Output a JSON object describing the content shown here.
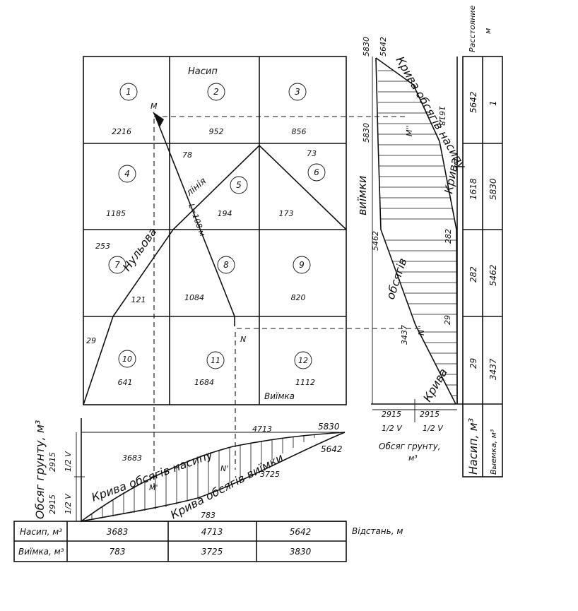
{
  "grid": {
    "title_fill": "Насип",
    "title_cut": "Виїмка",
    "cells": [
      {
        "num": "1",
        "vol": "2216"
      },
      {
        "num": "2",
        "vol": "952"
      },
      {
        "num": "3",
        "vol": "856"
      },
      {
        "num": "4",
        "vol": "1185"
      },
      {
        "num": "5",
        "vol": "194"
      },
      {
        "num": "6",
        "vol": "173"
      },
      {
        "num": "7",
        "vol": "121"
      },
      {
        "num": "8",
        "vol": "1084"
      },
      {
        "num": "9",
        "vol": "820"
      },
      {
        "num": "10",
        "vol": "641"
      },
      {
        "num": "11",
        "vol": "1684"
      },
      {
        "num": "12",
        "vol": "1112"
      }
    ],
    "extra": {
      "v78": "78",
      "v73": "73",
      "v253": "253",
      "v29": "29"
    },
    "zero_line_word1": "Нульова",
    "zero_line_word2": "лінія",
    "point_m": "M",
    "point_n": "N",
    "distance_label": "L=108 м"
  },
  "bottom": {
    "axis_label": "Обсяг грунту, м³",
    "half_v": "1/2 V",
    "v2915": "2915",
    "fill_curve_label": "Крива обсягів насипу",
    "cut_curve_label": "Крива обсягів виїмки",
    "point_m1": "M'",
    "point_n1": "N'",
    "val_3683": "3683",
    "val_4713": "4713",
    "val_5830": "5830",
    "val_5642": "5642",
    "val_3725": "3725",
    "val_783": "783",
    "distance_label": "Відстань, м",
    "table": {
      "row1_label": "Насип, м³",
      "row1": [
        "3683",
        "4713",
        "5642"
      ],
      "row2_label": "Виїмка, м³",
      "row2": [
        "783",
        "3725",
        "3830"
      ]
    }
  },
  "right": {
    "fill_curve_label": "Крива обсягів насипу",
    "cut_curve_label": "Крива обсягів виїмки",
    "word_krive": "Крива",
    "word_obsyagiv": "обсягів",
    "word_vyimky": "виїмки",
    "top_5830": "5830",
    "top_5642": "5642",
    "v1618": "1618",
    "v5830": "5830",
    "v5462": "5462",
    "v3437": "3437",
    "v282": "282",
    "v29": "29",
    "point_m2": "M''",
    "point_n2": "N''",
    "v2915a": "2915",
    "v2915b": "2915",
    "half_v": "1/2 V",
    "axis_label": "Обсяг грунту,",
    "axis_unit": "м³",
    "header_rasst": "Расстояние",
    "header_m": "м",
    "col1": [
      "5642",
      "1618",
      "282",
      "29"
    ],
    "col2": [
      "1",
      "5830",
      "5462",
      "3437"
    ],
    "row_fill": "Насип, м³",
    "row_cut": "Выемка, м³"
  }
}
